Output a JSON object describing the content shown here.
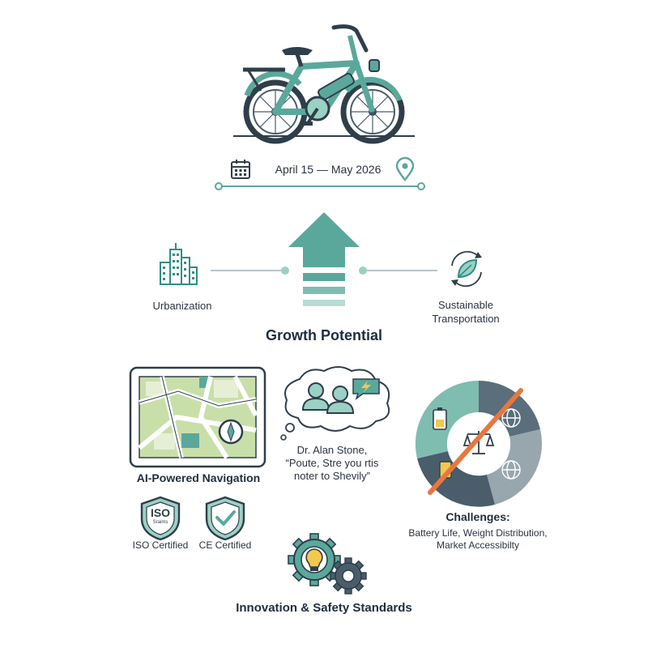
{
  "colors": {
    "teal": "#5aa89c",
    "teal_light": "#9bd1c4",
    "slate": "#4a5d6b",
    "slate_dark": "#2f3e4a",
    "orange": "#e8773e",
    "green_light": "#c9dfa9",
    "map_road": "#ffffff"
  },
  "icons": {
    "bike": "e-bike-icon",
    "calendar": "calendar-icon",
    "pin": "location-pin-icon",
    "city": "city-buildings-icon",
    "eco": "leaf-recycle-icon",
    "map": "map-navigation-icon",
    "compass": "compass-icon",
    "people": "people-icon",
    "lightning": "lightning-icon",
    "battery": "battery-icon",
    "scale": "balance-scale-icon",
    "globe": "globe-icon",
    "gear": "gear-icon",
    "bulb": "lightbulb-icon",
    "iso_shield": "shield-icon",
    "ce_shield": "shield-check-icon"
  },
  "timeline": {
    "date_range": "April 15 — May 2026"
  },
  "growth": {
    "left_label": "Urbanization",
    "right_label_line1": "Sustainable",
    "right_label_line2": "Transportation",
    "title": "Growth Potential"
  },
  "navigation": {
    "label": "AI-Powered Navigation"
  },
  "quote": {
    "name": "Dr. Alan Stone,",
    "line1": "“Poute, Stre you rtis",
    "line2": "noter to Shevily”"
  },
  "certifications": [
    {
      "badge": "ISO",
      "sub": "Sraims",
      "label": "ISO Certified"
    },
    {
      "label": "CE Certified"
    }
  ],
  "challenges": {
    "title": "Challenges:",
    "line1": "Battery Life, Weight Distribution,",
    "line2": "Market Accessibilty"
  },
  "innovation": {
    "title": "Innovation & Safety Standards"
  }
}
